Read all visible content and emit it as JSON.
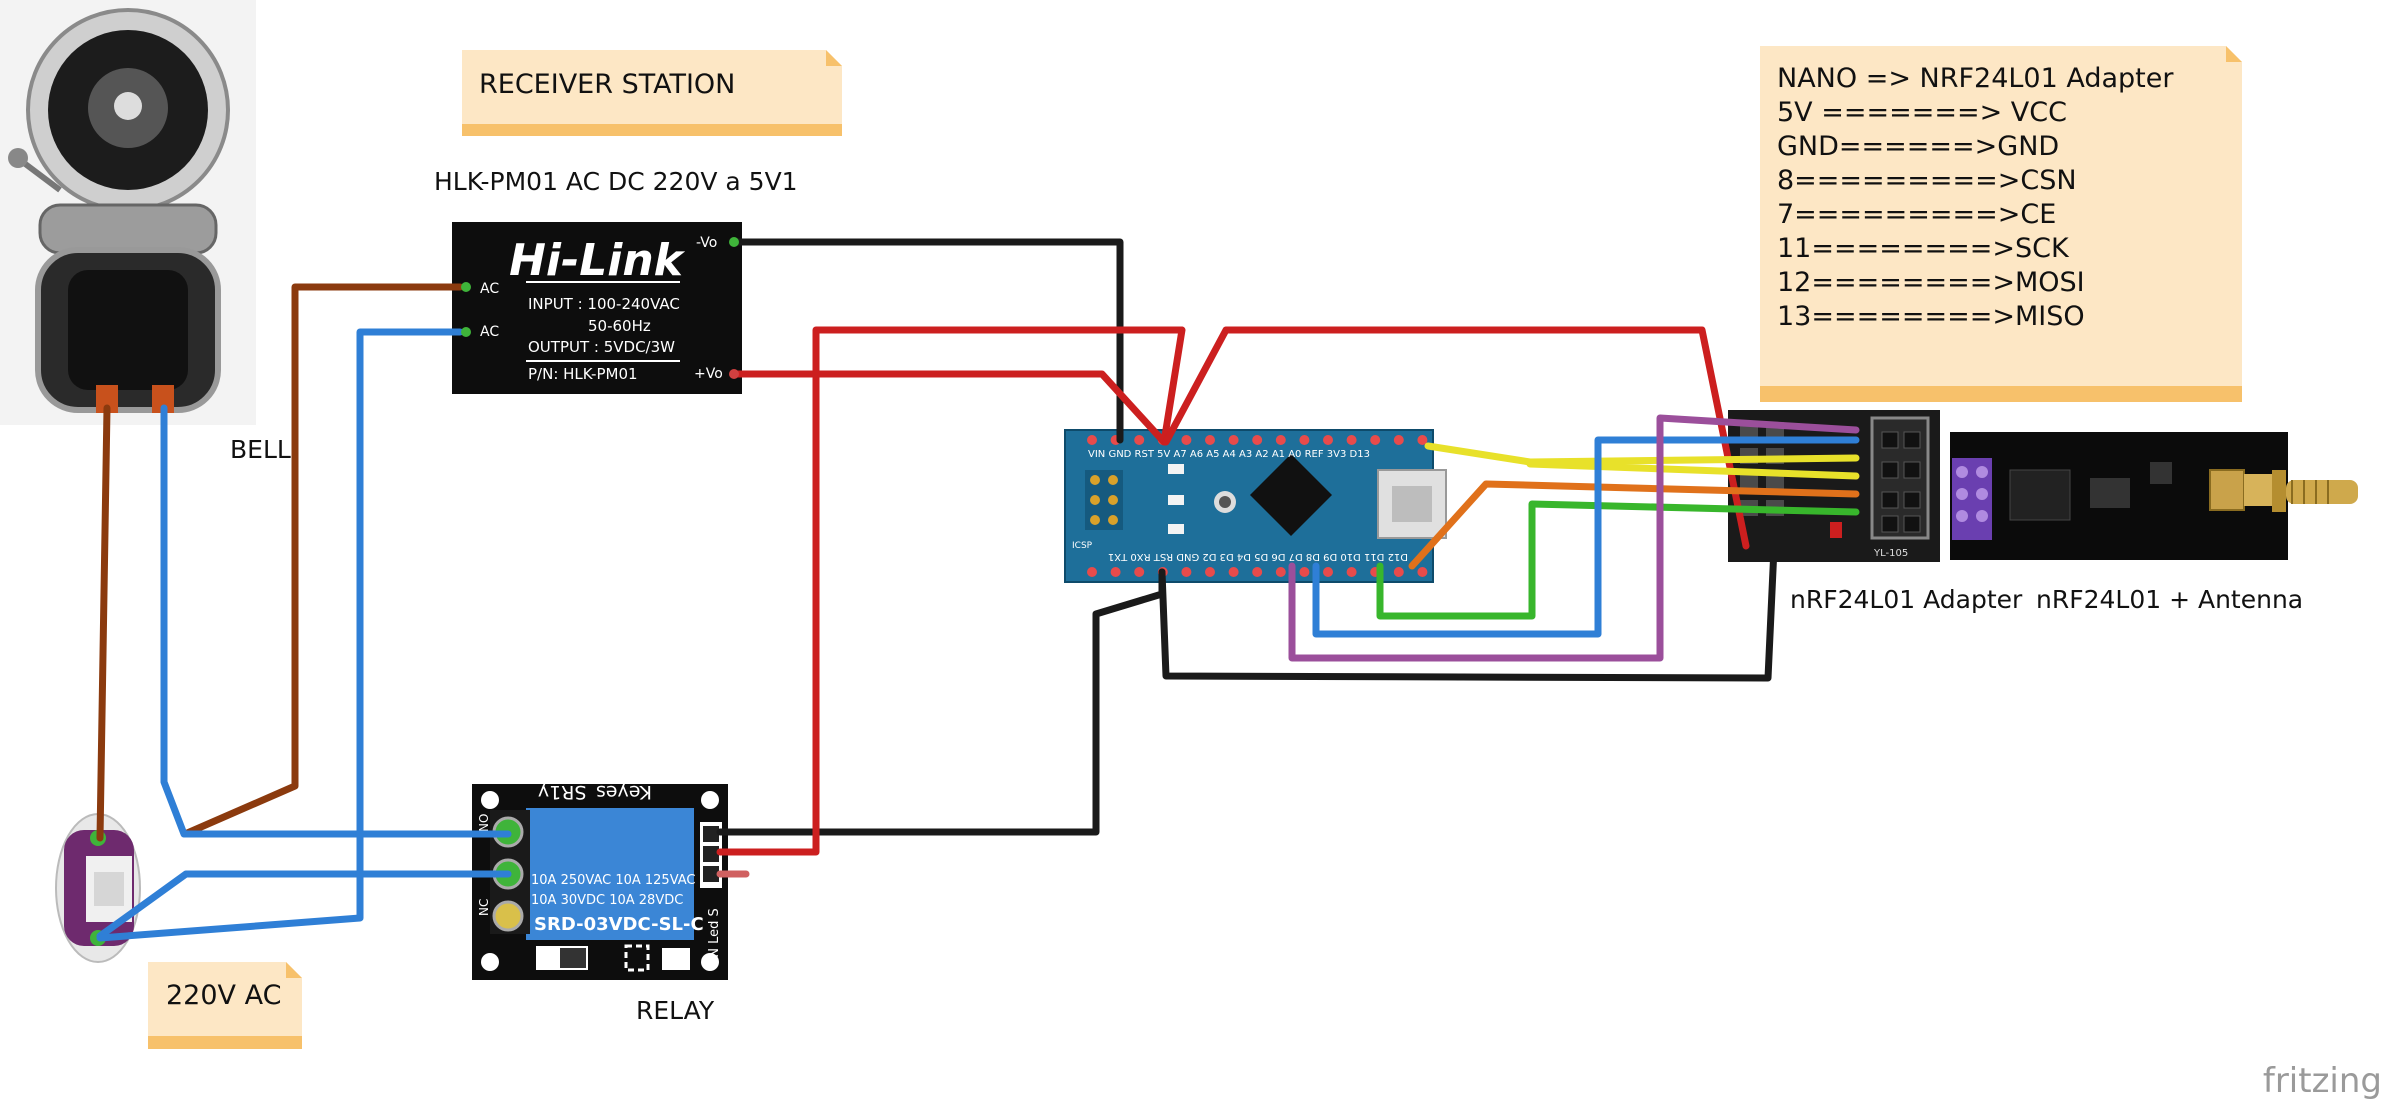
{
  "notes": {
    "receiver_station": "RECEIVER STATION",
    "ac_220v": "220V AC",
    "pin_map_lines": [
      "NANO => NRF24L01 Adapter",
      "5V =======> VCC",
      "GND======>GND",
      "8=========>CSN",
      "7=========>CE",
      "11========>SCK",
      "12========>MOSI",
      "13========>MISO"
    ]
  },
  "labels": {
    "power_module": "HLK-PM01 AC DC 220V a 5V1",
    "bell": "BELL",
    "relay": "RELAY",
    "adapter": "nRF24L01 Adapter",
    "antenna": "nRF24L01 + Antenna",
    "brand": "fritzing"
  },
  "hilink": {
    "logo": "Hi-Link",
    "input": "INPUT : 100-240VAC",
    "freq": "50-60Hz",
    "output": "OUTPUT : 5VDC/3W",
    "pn": "P/N: HLK-PM01",
    "pin_ac1": "AC",
    "pin_ac2": "AC",
    "pin_neg": "-Vo",
    "pin_pos": "+Vo"
  },
  "relay_module": {
    "brand": "Keyes_SR1y",
    "spec1": "10A 250VAC  10A 125VAC",
    "spec2": "10A  30VDC  10A  28VDC",
    "model": "SRD-03VDC-SL-C",
    "nc": "NC",
    "no": "NO",
    "side": "ON Led S"
  },
  "nano": {
    "top_pins": "D12 D11 D10 D9 D8 D7 D6 D5 D4 D3 D2 GND RST RX0 TX1",
    "bottom_pins": "VIN GND RST 5V A7 A6 A5 A4 A3 A2 A1 A0 REF 3V3 D13",
    "icsp": "ICSP"
  },
  "adapter_module": {
    "model": "YL-105"
  },
  "colors": {
    "red": "#cc1f1f",
    "black": "#1a1a1a",
    "blue": "#2f7fd6",
    "brown": "#8b3a0e",
    "yellow": "#e8e12a",
    "orange": "#e0711b",
    "green": "#38b62c",
    "purple": "#9b4f9b",
    "note_fill": "#fde7c5",
    "note_stripe": "#f7c16b",
    "nano_blue": "#1e6f9a"
  }
}
